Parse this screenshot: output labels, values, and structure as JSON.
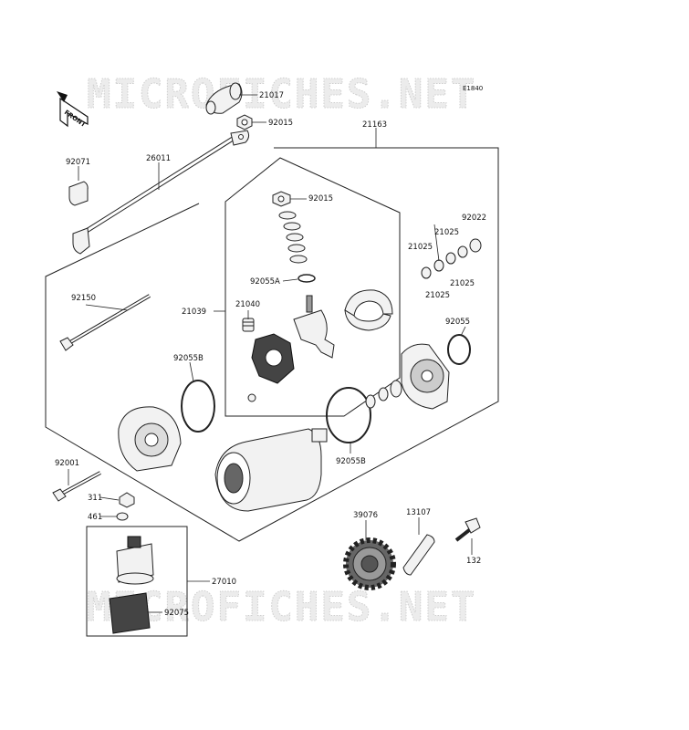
{
  "watermark": {
    "top": "MICROFICHES.NET",
    "bottom": "MICROFICHES.NET"
  },
  "ref_code": "E1840",
  "front_marker": "FRONT",
  "parts": {
    "p21017": "21017",
    "p92015_top": "92015",
    "p92015_mid": "92015",
    "p21163": "21163",
    "p92071": "92071",
    "p26011": "26011",
    "p92022": "92022",
    "p21025_a": "21025",
    "p21025_b": "21025",
    "p21025_c": "21025",
    "p21025_d": "21025",
    "p92055A": "92055A",
    "p92150": "92150",
    "p21039": "21039",
    "p21040": "21040",
    "p92055": "92055",
    "p92055B_left": "92055B",
    "p92055B_right": "92055B",
    "p92001": "92001",
    "p311": "311",
    "p461": "461",
    "p39076": "39076",
    "p13107": "13107",
    "p132": "132",
    "p27010": "27010",
    "p92075": "92075"
  }
}
